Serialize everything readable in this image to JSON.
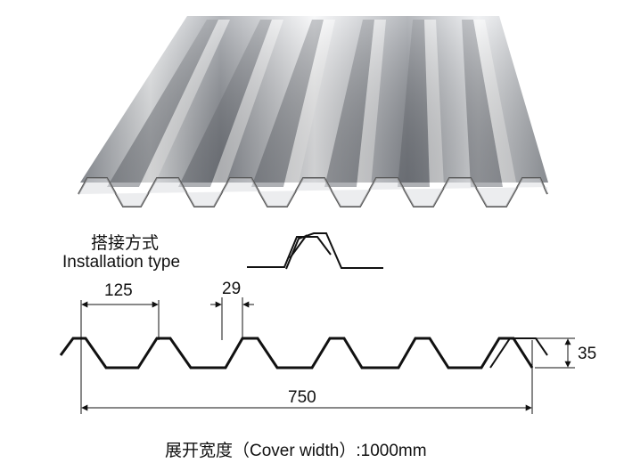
{
  "installation": {
    "label_cn": "搭接方式",
    "label_en": "Installation type"
  },
  "dimensions": {
    "rib_pitch": "125",
    "rib_top": "29",
    "rib_height": "35",
    "effective_width": "750"
  },
  "cover_width": {
    "label_cn": "展开宽度",
    "label_en": "（Cover width）",
    "value": ":1000mm"
  },
  "colors": {
    "line": "#111111",
    "metal_light": "#f2f3f5",
    "metal_dark": "#7b7f86"
  }
}
